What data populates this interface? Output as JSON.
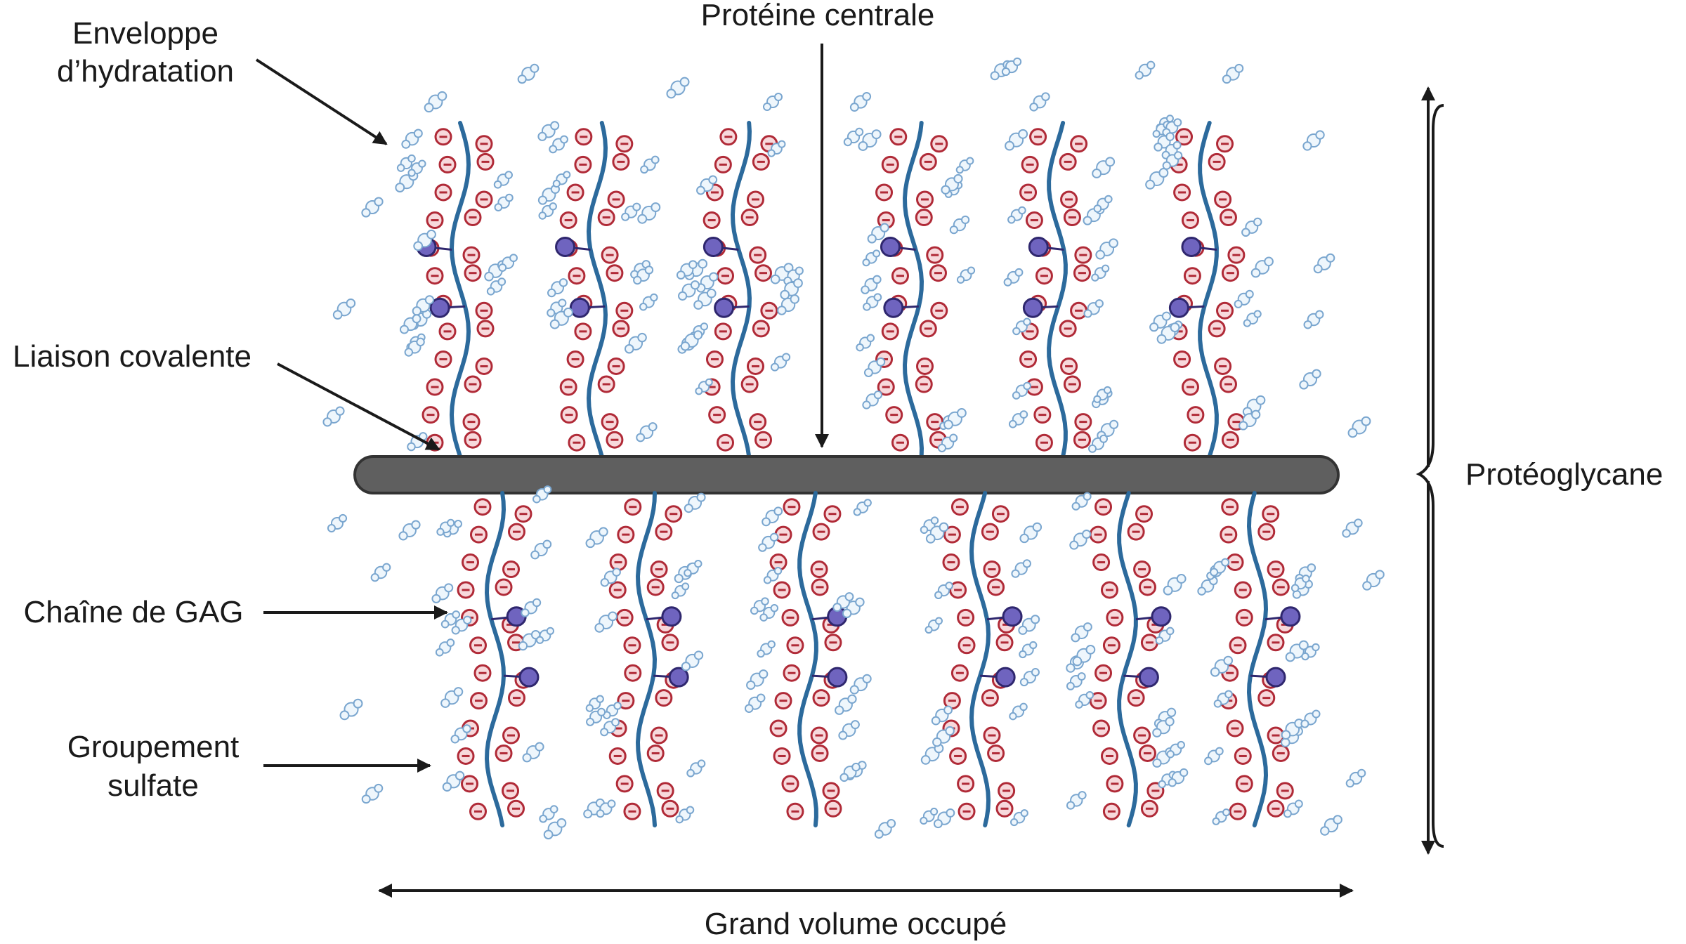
{
  "labels": {
    "hydration_shell_line1": "Enveloppe",
    "hydration_shell_line2": "d’hydratation",
    "core_protein": "Protéine centrale",
    "covalent_bond": "Liaison covalente",
    "gag_chain": "Chaîne de GAG",
    "sulfate_group_line1": "Groupement",
    "sulfate_group_line2": "sulfate",
    "proteoglycan": "Protéoglycane",
    "large_volume": "Grand volume occupé"
  },
  "colors": {
    "core": "#5f5f5f",
    "core_stroke": "#333333",
    "gag_chain": "#2c6a9c",
    "charge_fill": "#f7d9dc",
    "charge_stroke": "#b02a37",
    "sulfate_fill": "#6f64bf",
    "sulfate_stroke": "#2f276e",
    "water_fill": "#eef6fc",
    "water_stroke": "#7aa6cf",
    "arrow": "#1a1a1a"
  },
  "chain_counts": {
    "upper": 6,
    "lower": 6
  },
  "icons": [
    "negative-charge-icon",
    "sulfate-group-icon",
    "water-molecule-icon",
    "arrow-icon"
  ]
}
